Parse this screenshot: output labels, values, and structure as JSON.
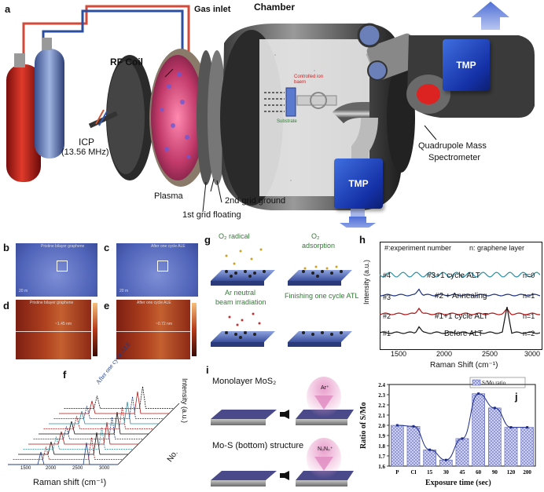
{
  "panel_a": {
    "letter": "a",
    "gas_inlet": "Gas inlet",
    "chamber": "Chamber",
    "rf_coil": "RF Coil",
    "icp": "ICP",
    "icp_freq": "(13.56 MHz)",
    "controlled_ion_beam": "Controlled ion baem",
    "substrate": "Substrate",
    "tmp_top": "TMP",
    "tmp_bottom": "TMP",
    "qms_line1": "Quadrupole Mass",
    "qms_line2": "Spectrometer",
    "plasma": "Plasma",
    "grid2": "2nd grid ground",
    "grid1": "1st grid floating"
  },
  "panel_b": {
    "letter": "b",
    "title": "Pristine bilayer graphene",
    "scale": "20 m"
  },
  "panel_c": {
    "letter": "c",
    "title": "After one cycle ALE",
    "scale": "20 m"
  },
  "panel_d": {
    "letter": "d",
    "title": "Pristine bilayer graphene",
    "step": "~1.45 nm"
  },
  "panel_e": {
    "letter": "e",
    "title": "After one cycle ALE",
    "step": "~0.72 nm"
  },
  "panel_f": {
    "letter": "f",
    "annotation": "After one cycle ALE",
    "xlabel": "Raman shift (cm⁻¹)",
    "ylabel": "Intensity (a.u.)",
    "zlabel": "No.",
    "xticks": [
      "1500",
      "2000",
      "2500",
      "3000"
    ]
  },
  "panel_g": {
    "letter": "g",
    "o2_radical": "O₂ radical",
    "o2_adsorption_1": "O₂",
    "o2_adsorption_2": "adsorption",
    "ar_beam_1": "Ar neutral",
    "ar_beam_2": "beam irradiation",
    "finishing": "Finishing one cycle ATL"
  },
  "panel_h": {
    "letter": "h",
    "legend_left": "#:experiment number",
    "legend_right": "n: graphene layer",
    "ylabel": "Intensity (a.u.)",
    "xlabel": "Raman Shift (cm⁻¹)",
    "xticks": [
      "1500",
      "2000",
      "2500",
      "3000"
    ],
    "traces": [
      {
        "id": "#4",
        "label": "#3+1 cycle ALT",
        "n": "n=0",
        "color": "#2a8fa6"
      },
      {
        "id": "#3",
        "label": "#2 + Annealing",
        "n": "n=1",
        "color": "#1a2f80"
      },
      {
        "id": "#2",
        "label": "#1+1 cycle ALT",
        "n": "n=1",
        "color": "#b01515"
      },
      {
        "id": "#1",
        "label": "Before ALT",
        "n": "n=2",
        "color": "#111111"
      }
    ]
  },
  "panel_i": {
    "letter": "i",
    "monolayer": "Monolayer MoS₂",
    "mos_bottom": "Mo-S (bottom) structure",
    "ar_label": "Ar⁺",
    "n_label": "N₀N₀⁺"
  },
  "panel_j": {
    "letter": "j"
  },
  "chart_data": {
    "type": "bar",
    "title": "",
    "legend": "S/Mo ratio",
    "xlabel": "Exposure time (sec)",
    "ylabel": "Ratio of S/Mo",
    "categories": [
      "P",
      "Cl",
      "15",
      "30",
      "45",
      "60",
      "90",
      "120",
      "200"
    ],
    "values": [
      2.0,
      1.99,
      1.76,
      1.66,
      1.87,
      2.31,
      2.17,
      1.98,
      1.98
    ],
    "ylim": [
      1.6,
      2.4
    ],
    "yticks": [
      "1.6",
      "1.7",
      "1.8",
      "1.9",
      "2.0",
      "2.1",
      "2.2",
      "2.3",
      "2.4"
    ],
    "color": "#8b93d8"
  }
}
